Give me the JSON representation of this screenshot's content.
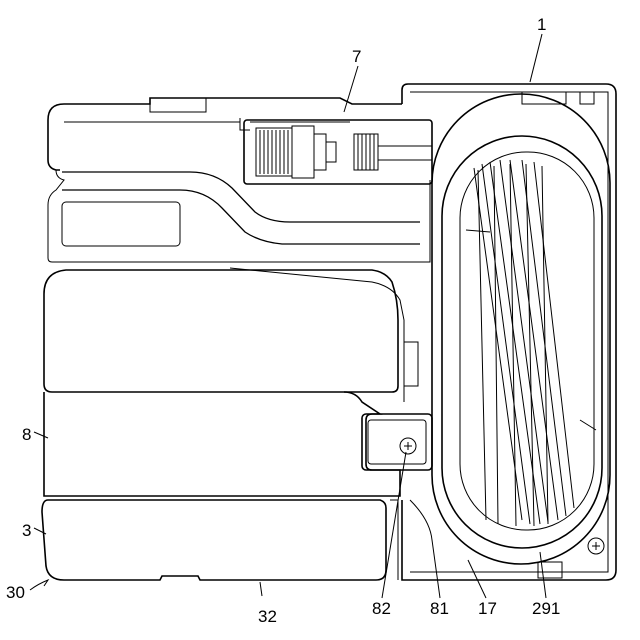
{
  "labels": {
    "ref_1": "1",
    "ref_7": "7",
    "ref_8": "8",
    "ref_3": "3",
    "ref_30": "30",
    "ref_32": "32",
    "ref_82": "82",
    "ref_81": "81",
    "ref_17": "17",
    "ref_291": "291"
  },
  "colors": {
    "line": "#000000",
    "background": "#ffffff"
  }
}
